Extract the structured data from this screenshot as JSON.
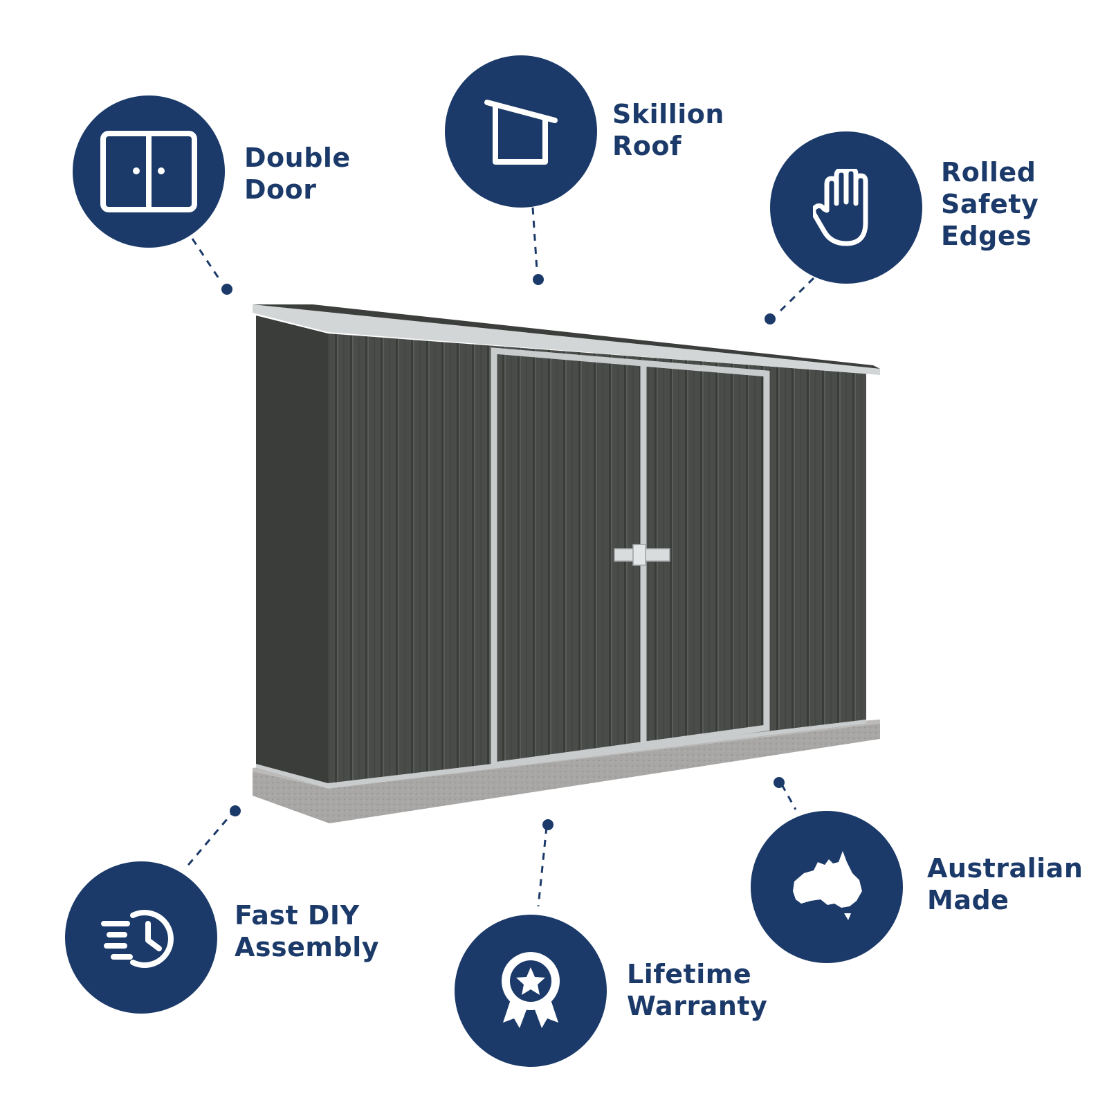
{
  "colors": {
    "badge": "#1b3a69",
    "label_text": "#1b3a69",
    "shed_cladding": "#4a4c4a",
    "shed_trim": "#c9cccd",
    "slab": "#a8a6a4"
  },
  "features": [
    {
      "id": "double-door",
      "icon": "double-door-icon",
      "lines": [
        "Double",
        "Door"
      ]
    },
    {
      "id": "skillion-roof",
      "icon": "skillion-roof-icon",
      "lines": [
        "Skillion",
        "Roof"
      ]
    },
    {
      "id": "rolled-safety-edges",
      "icon": "hand-icon",
      "lines": [
        "Rolled",
        "Safety",
        "Edges"
      ]
    },
    {
      "id": "fast-diy-assembly",
      "icon": "fast-clock-icon",
      "lines": [
        "Fast  DIY",
        "Assembly"
      ]
    },
    {
      "id": "lifetime-warranty",
      "icon": "award-ribbon-icon",
      "lines": [
        "Lifetime",
        "Warranty"
      ]
    },
    {
      "id": "australian-made",
      "icon": "australia-map-icon",
      "lines": [
        "Australian",
        "Made"
      ]
    }
  ]
}
